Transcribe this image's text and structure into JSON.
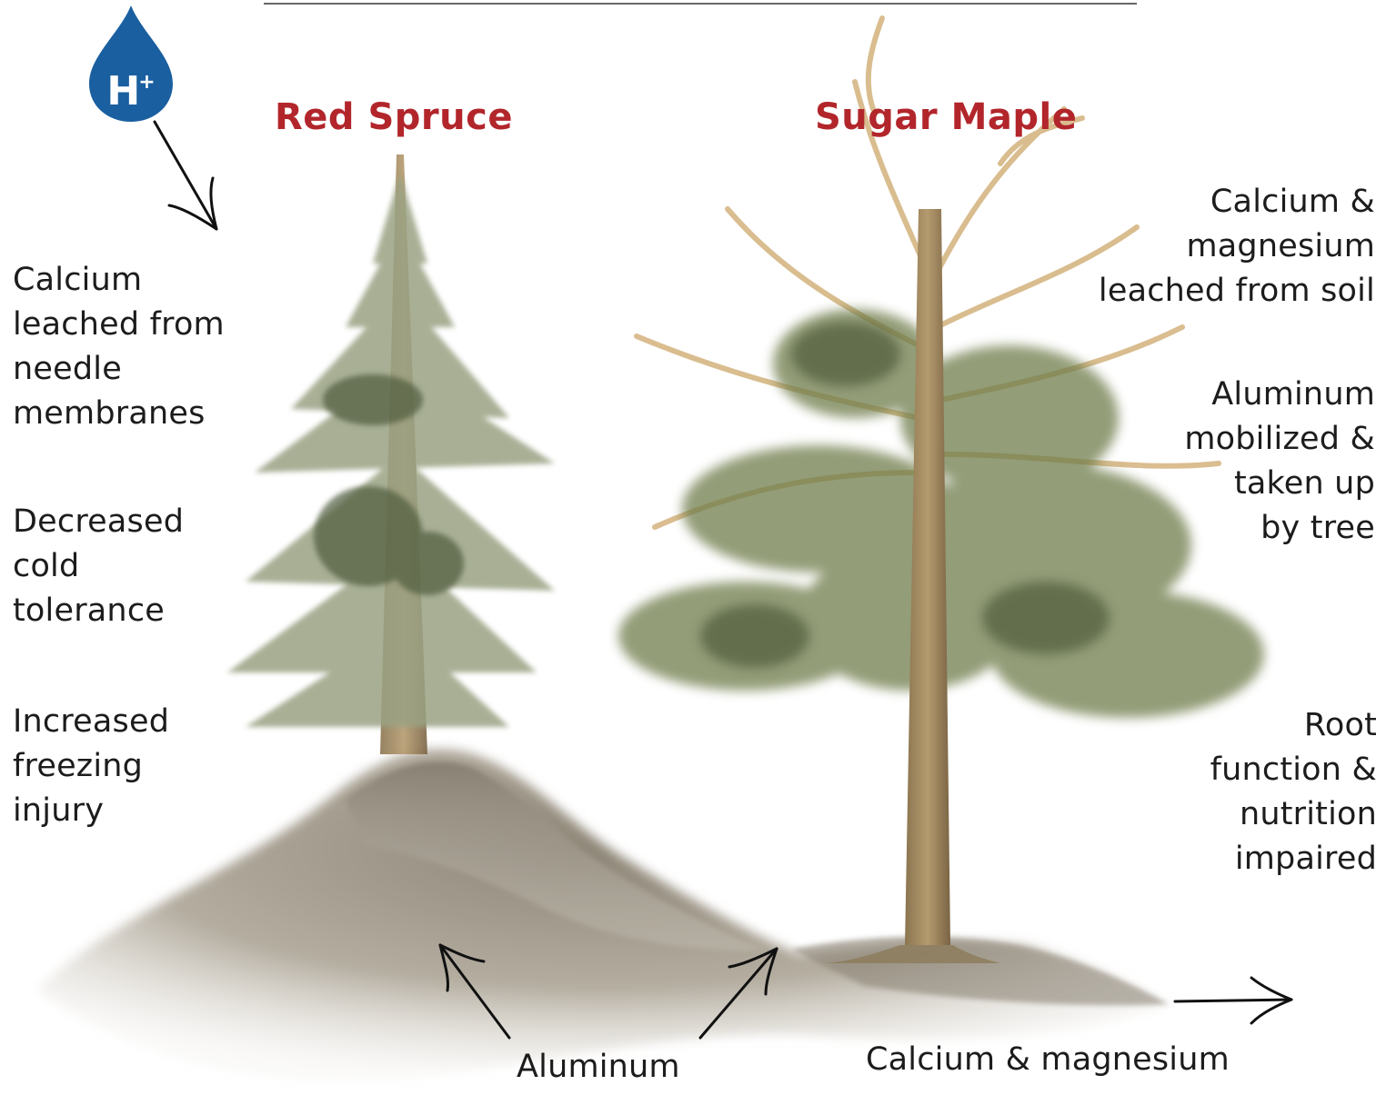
{
  "titles": {
    "red_spruce": "Red Spruce",
    "sugar_maple": "Sugar Maple"
  },
  "ion_drop": {
    "symbol": "H",
    "charge": "+"
  },
  "left_labels": {
    "calcium_leached": "Calcium\nleached from\nneedle\nmembranes",
    "cold_tolerance": "Decreased\ncold\ntolerance",
    "freezing_injury": "Increased\nfreezing\ninjury"
  },
  "right_labels": {
    "ca_mg_leached": "Calcium &\nmagnesium\nleached from soil",
    "aluminum_mobilized": "Aluminum\nmobilized &\ntaken up\nby tree",
    "root_function": "Root\nfunction &\nnutrition\nimpaired"
  },
  "bottom_labels": {
    "aluminum": "Aluminum",
    "ca_mg": "Calcium & magnesium"
  },
  "colors": {
    "title_red": "#b2262b",
    "drop_blue": "#1a5fa0",
    "text": "#1c1c1c"
  }
}
